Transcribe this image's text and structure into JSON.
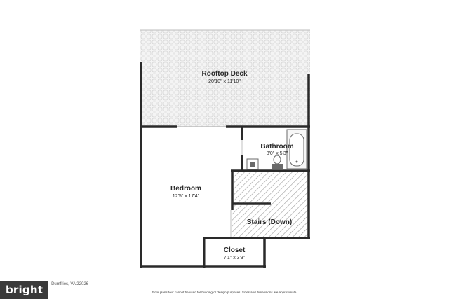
{
  "rooms": {
    "rooftop_deck": {
      "name": "Rooftop Deck",
      "dims": "20'10\" x 11'10\""
    },
    "bathroom": {
      "name": "Bathroom",
      "dims": "8'0\" x 5'3\""
    },
    "bedroom": {
      "name": "Bedroom",
      "dims": "12'5\" x 17'4\""
    },
    "stairs": {
      "name": "Stairs (Down)"
    },
    "closet": {
      "name": "Closet",
      "dims": "7'1\" x 3'3\""
    }
  },
  "footer": {
    "brand": "bright",
    "address": "Dumfries, VA 22026",
    "disclaimer": "Floor plans/tour cannot be used for building or design purposes. Sizes and dimensions are approximate."
  },
  "colors": {
    "wall": "#2a2a2a",
    "deck_fill": "#f2f2f2",
    "hatch": "#9a9a9a",
    "fixture": "#6a6a6a"
  }
}
